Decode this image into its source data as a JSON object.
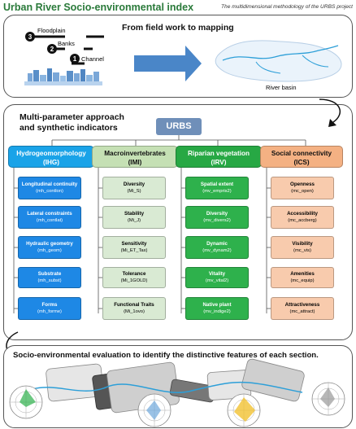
{
  "header": {
    "title": "Urban River Socio-environmental index",
    "subtitle": "The multidimensional methodology of the URBS project"
  },
  "panel1": {
    "title": "From field work to mapping",
    "labels": {
      "floodplain": "Floodplain",
      "banks": "Banks",
      "channel": "Channel"
    },
    "markers": [
      "3",
      "2",
      "1"
    ],
    "river_basin": "River basin"
  },
  "panel2": {
    "title_line1": "Multi-parameter approach",
    "title_line2": "and synthetic indicators",
    "root": "URBS",
    "columns": [
      {
        "name": "Hydrogeomorphology",
        "abbr": "(IHG)",
        "items": [
          {
            "name": "Longitudinal continuity",
            "code": "(mh_contlon)"
          },
          {
            "name": "Lateral constraints",
            "code": "(mh_contlat)"
          },
          {
            "name": "Hydraulic geometry",
            "code": "(mh_geom)"
          },
          {
            "name": "Substrate",
            "code": "(mh_subst)"
          },
          {
            "name": "Forms",
            "code": "(mh_forme)"
          }
        ]
      },
      {
        "name": "Macroinvertebrates",
        "abbr": "(IMI)",
        "items": [
          {
            "name": "Diversity",
            "code": "(Mi_S)"
          },
          {
            "name": "Stability",
            "code": "(Mi_J)"
          },
          {
            "name": "Sensitivity",
            "code": "(Mi_ET_Tax)"
          },
          {
            "name": "Tolerance",
            "code": "(Mi_1GOLD)"
          },
          {
            "name": "Functional Traits",
            "code": "(Mi_1ovo)"
          }
        ]
      },
      {
        "name": "Riparian vegetation",
        "abbr": "(IRV)",
        "items": [
          {
            "name": "Spatial extent",
            "code": "(mv_empris2)"
          },
          {
            "name": "Diversity",
            "code": "(mv_divers2)"
          },
          {
            "name": "Dynamic",
            "code": "(mv_dynam2)"
          },
          {
            "name": "Vitality",
            "code": "(mv_vital2)"
          },
          {
            "name": "Native plant",
            "code": "(mv_indige2)"
          }
        ]
      },
      {
        "name": "Social connectivity",
        "abbr": "(ICS)",
        "items": [
          {
            "name": "Openness",
            "code": "(mc_open)"
          },
          {
            "name": "Accessibility",
            "code": "(mc_accberg)"
          },
          {
            "name": "Visibility",
            "code": "(mc_vis)"
          },
          {
            "name": "Amenities",
            "code": "(mc_equip)"
          },
          {
            "name": "Attractiveness",
            "code": "(mc_attract)"
          }
        ]
      }
    ]
  },
  "panel3": {
    "title": "Socio-environmental evaluation to identify the distinctive features of each section."
  },
  "colors": {
    "ihg_header": "#1aa3e8",
    "ihg_item": "#1e88e5",
    "imi_header": "#c5e0b4",
    "imi_item": "#d9ead3",
    "irv_header": "#27a844",
    "irv_item": "#2eb14c",
    "ics_header": "#f4b183",
    "ics_item": "#f8cbad",
    "urbs": "#6f8fb9",
    "arrow": "#4a86c8",
    "title_green": "#2a7a3a"
  }
}
